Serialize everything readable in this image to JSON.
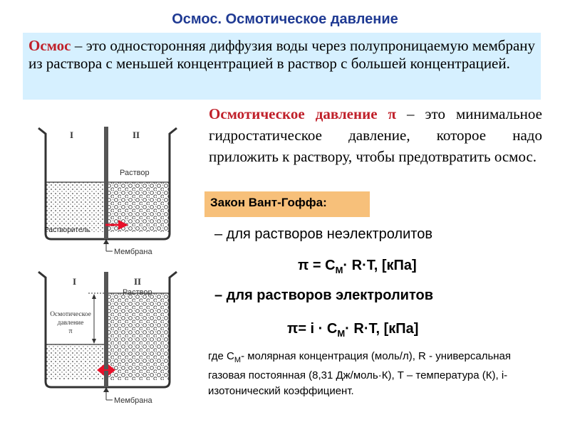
{
  "title": "Осмос. Осмотическое давление",
  "definition": {
    "term": "Осмос",
    "dash": " – ",
    "text": "это односторонняя диффузия воды через полупроницаемую мембрану из раствора с меньшей концентрацией в раствор с большей концентрацией."
  },
  "pressure": {
    "term": "Осмотическое давление π",
    "text": " – это минимальное гидростатическое давление, которое надо приложить к раствору, чтобы предотвратить осмос."
  },
  "law_title": "Закон Вант-Гоффа:",
  "nonelectrolytes": "– для растворов неэлектролитов",
  "formula1": {
    "lhs": "π = C",
    "sub": "M",
    "rhs": "· R·T, [кПа]"
  },
  "electrolytes": "– для растворов электролитов",
  "formula2": {
    "lhs": "π= i · C",
    "sub": "M",
    "rhs": "· R·T, [кПа]"
  },
  "note": {
    "p1": "где C",
    "sub": "M",
    "p2": "- молярная концентрация (моль/л), R - универсальная газовая постоянная (8,31 Дж/моль·К), T – температура (К), i-изотонический коэффициент."
  },
  "diagram_top": {
    "label_left": "I",
    "label_right": "II",
    "solution": "Раствор",
    "solvent": "Растворитель",
    "membrane": "Мембрана"
  },
  "diagram_bottom": {
    "label_left": "I",
    "label_right": "II",
    "solution": "Раствор",
    "pressure_line1": "Осмотическое",
    "pressure_line2": "давление",
    "pressure_symbol": "π",
    "membrane": "Мембрана"
  },
  "colors": {
    "title": "#1f3a93",
    "term": "#c0202a",
    "def_bg": "#d6f0ff",
    "law_bg": "#f7c07a",
    "arrow": "#e8102a"
  }
}
